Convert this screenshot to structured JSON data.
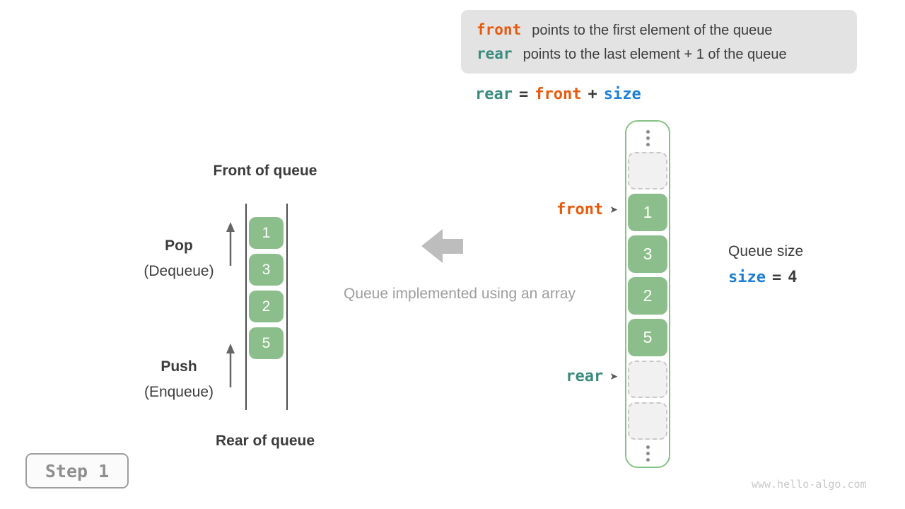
{
  "info_box": {
    "lines": [
      {
        "keyword": "front",
        "text": "points to the first element of the queue"
      },
      {
        "keyword": "rear",
        "text": "points to the last element + 1 of the queue"
      }
    ]
  },
  "formula": {
    "lhs": "rear",
    "eq": "=",
    "operand1": "front",
    "plus": "+",
    "operand2": "size"
  },
  "left_queue": {
    "front_label": "Front of queue",
    "rear_label": "Rear of queue",
    "pop": {
      "title": "Pop",
      "subtitle": "(Dequeue)"
    },
    "push": {
      "title": "Push",
      "subtitle": "(Enqueue)"
    },
    "cells": [
      "1",
      "3",
      "2",
      "5"
    ]
  },
  "center": {
    "caption": "Queue implemented using an array"
  },
  "right_array": {
    "values": [
      "1",
      "3",
      "2",
      "5"
    ],
    "front_pointer": "front",
    "rear_pointer": "rear",
    "pointer_glyph": "➤",
    "empty_cells_top": 1,
    "empty_cells_bottom": 2
  },
  "queue_size": {
    "label": "Queue size",
    "var": "size",
    "eq": "=",
    "value": "4"
  },
  "step_badge": "Step 1",
  "watermark": "www.hello-algo.com",
  "colors": {
    "front_accent": "#e8590c",
    "rear_accent": "#3a8b7d",
    "size_accent": "#1c7fd5",
    "cell_green": "#8cbe8c",
    "frame_green": "#85c285",
    "info_box_bg": "#e3e3e3",
    "muted_gray": "#9e9e9e"
  }
}
